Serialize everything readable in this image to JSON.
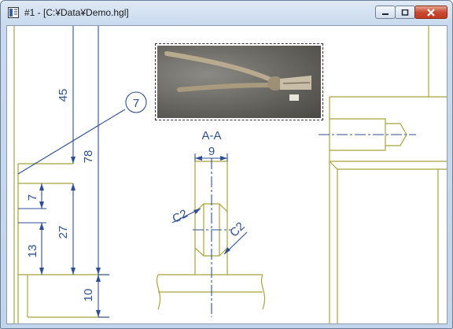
{
  "window": {
    "title": "#1 - [C:¥Data¥Demo.hgl]",
    "icon": "drawing-window-icon",
    "controls": {
      "minimize": "minimize-icon",
      "maximize": "maximize-icon",
      "close": "close-icon"
    }
  },
  "drawing": {
    "dimensions": {
      "d45": "45",
      "d78": "78",
      "d7": "7",
      "d27": "27",
      "d13": "13",
      "d10": "10",
      "d9": "9"
    },
    "balloon": "7",
    "section_label": "A-A",
    "chamfer_left": "C2",
    "chamfer_right": "C2",
    "photo_subject": "pliers-photo"
  },
  "colors": {
    "dimension_blue": "#2d4f94",
    "outline_olive": "#a8a43a",
    "titlebar": "#c9daee",
    "close_red": "#c84a31"
  }
}
